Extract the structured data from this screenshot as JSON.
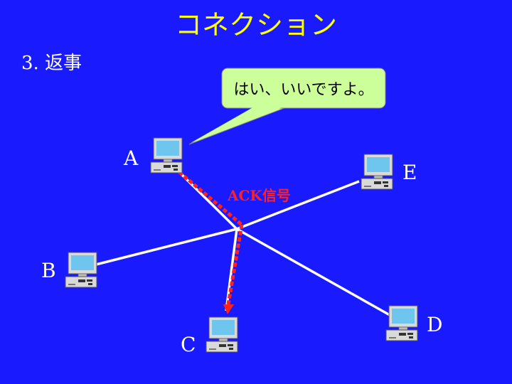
{
  "title": "コネクション",
  "subtitle": "3. 返事",
  "callout": "はい、いいですよ。",
  "signal_label": "ACK信号",
  "nodes": {
    "a": "A",
    "b": "B",
    "c": "C",
    "d": "D",
    "e": "E"
  },
  "colors": {
    "background": "#1a1aff",
    "title": "#ffff00",
    "signal": "#ff2020",
    "callout_fill": "#ccff99",
    "link": "#ffffff"
  }
}
